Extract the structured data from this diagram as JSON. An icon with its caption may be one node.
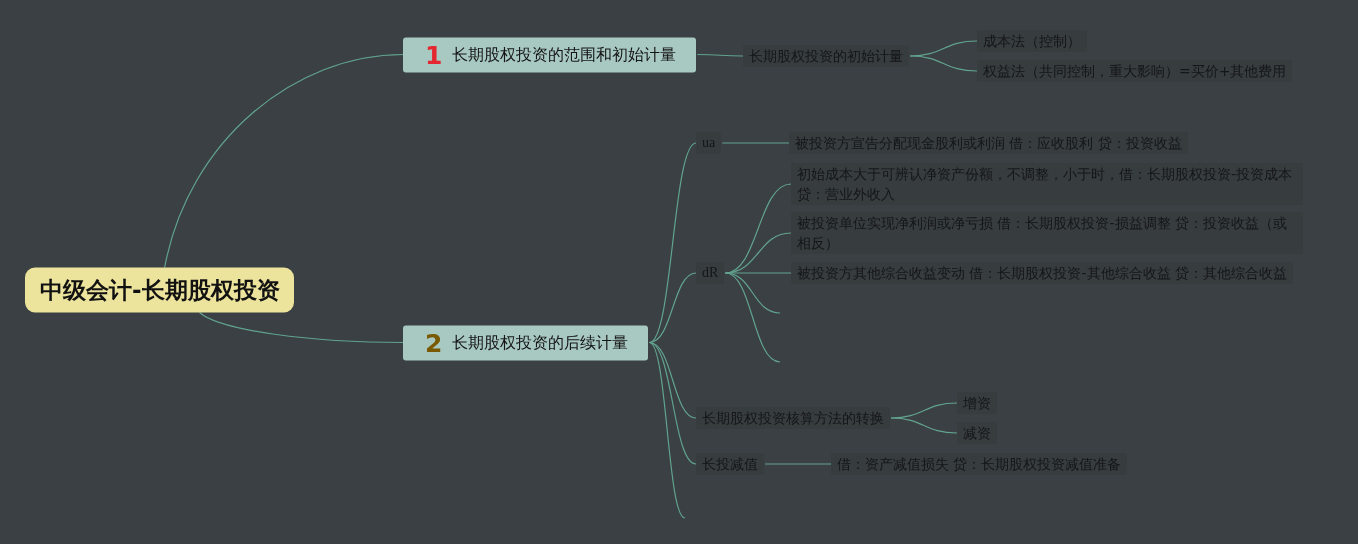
{
  "diagram": {
    "nodes": [
      {
        "text": [
          "中级会计-长期股权投资"
        ]
      },
      {
        "text": [
          "1",
          "长期股权投资的范围和初始计量"
        ]
      },
      {
        "text": [
          "长期股权投资的初始计量"
        ]
      },
      {
        "text": [
          "成本法（控制）"
        ]
      },
      {
        "text": [
          "权益法（共同控制，重大影响）=买价+其他费用"
        ]
      },
      {
        "text": [
          "2",
          "长期股权投资的后续计量"
        ]
      },
      {
        "text": [
          "ua"
        ]
      },
      {
        "text": [
          "被投资方宣告分配现金股利或利润 借：应收股利 贷：投资收益"
        ]
      },
      {
        "text": [
          "dR"
        ]
      },
      {
        "text": [
          "初始成本大于可辨认净资产份额，不调整，小于时，借：长期股权投资-投资成本贷：营业外收入"
        ]
      },
      {
        "text": [
          "被投资单位实现净利润或净亏损 借：长期股权投资-损益调整 贷：投资收益（或相反）"
        ]
      },
      {
        "text": [
          "被投资方其他综合收益变动 借：长期股权投资-其他综合收益 贷：其他综合收益"
        ]
      },
      {
        "text": [
          "长期股权投资核算方法的转换"
        ]
      },
      {
        "text": [
          "增资"
        ]
      },
      {
        "text": [
          "减资"
        ]
      },
      {
        "text": [
          "长投减值"
        ]
      },
      {
        "text": [
          "借：资产减值损失 贷：长期股权投资减值准备"
        ]
      }
    ],
    "edges": [
      {
        "from": 0,
        "to": 1,
        "arrow": "none"
      },
      {
        "from": 0,
        "to": 5,
        "arrow": "none"
      },
      {
        "from": 1,
        "to": 2,
        "arrow": "none"
      },
      {
        "from": 2,
        "to": 3,
        "arrow": "none"
      },
      {
        "from": 2,
        "to": 4,
        "arrow": "none"
      },
      {
        "from": 5,
        "to": 6,
        "arrow": "none"
      },
      {
        "from": 6,
        "to": 7,
        "arrow": "none"
      },
      {
        "from": 5,
        "to": 8,
        "arrow": "none"
      },
      {
        "from": 8,
        "to": 9,
        "arrow": "none"
      },
      {
        "from": 8,
        "to": 10,
        "arrow": "none"
      },
      {
        "from": 8,
        "to": 11,
        "arrow": "none"
      },
      {
        "from": 8,
        "to": null,
        "arrow": "none"
      },
      {
        "from": 8,
        "to": null,
        "arrow": "none"
      },
      {
        "from": 5,
        "to": 12,
        "arrow": "none"
      },
      {
        "from": 12,
        "to": 13,
        "arrow": "none"
      },
      {
        "from": 12,
        "to": 14,
        "arrow": "none"
      },
      {
        "from": 5,
        "to": 15,
        "arrow": "none"
      },
      {
        "from": 15,
        "to": 16,
        "arrow": "none"
      },
      {
        "from": 5,
        "to": null,
        "arrow": "none"
      }
    ]
  }
}
